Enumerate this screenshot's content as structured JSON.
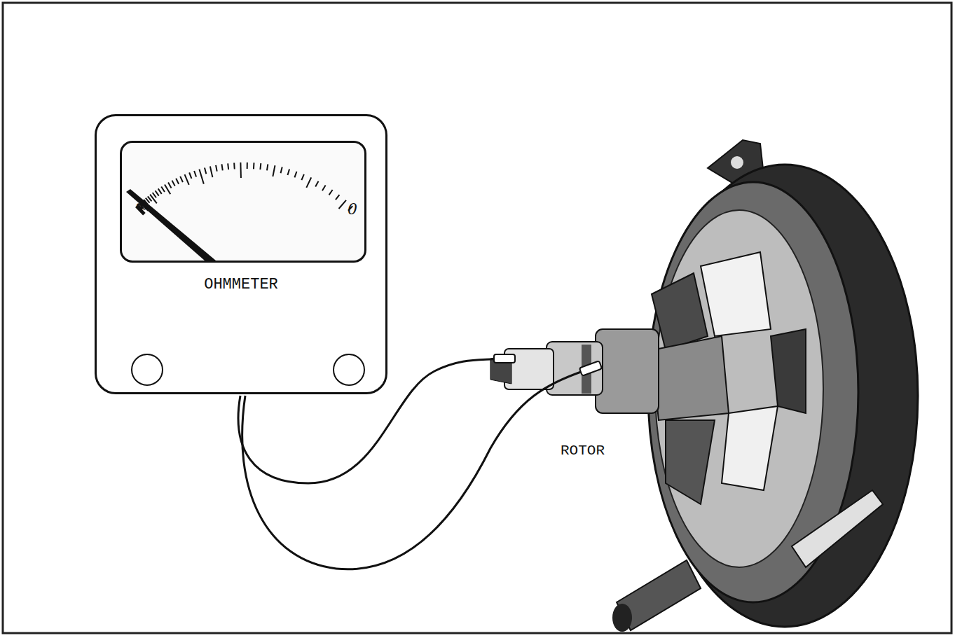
{
  "diagram": {
    "nodes": [
      {
        "text": [
          "OHMMETER"
        ]
      },
      {
        "text": [
          "∞",
          "0"
        ],
        "in": 0
      }
    ],
    "labels": [
      "ROTOR"
    ]
  }
}
